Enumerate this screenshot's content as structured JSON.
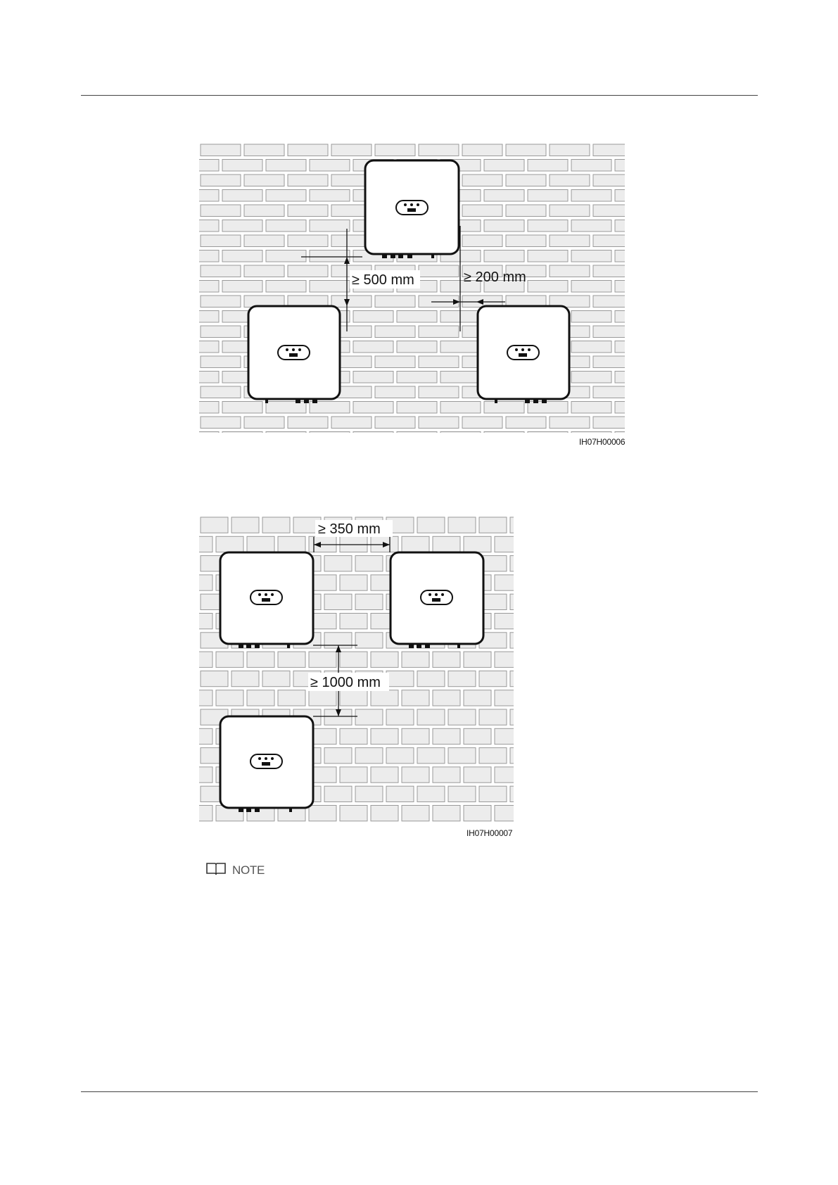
{
  "figure1": {
    "id": "IH07H00006",
    "dim_vertical": "≥ 500 mm",
    "dim_horizontal": "≥ 200 mm"
  },
  "figure2": {
    "id": "IH07H00007",
    "dim_horizontal": "≥ 350 mm",
    "dim_vertical": "≥ 1000 mm"
  },
  "note": {
    "label": "NOTE",
    "icon": "book-icon"
  }
}
